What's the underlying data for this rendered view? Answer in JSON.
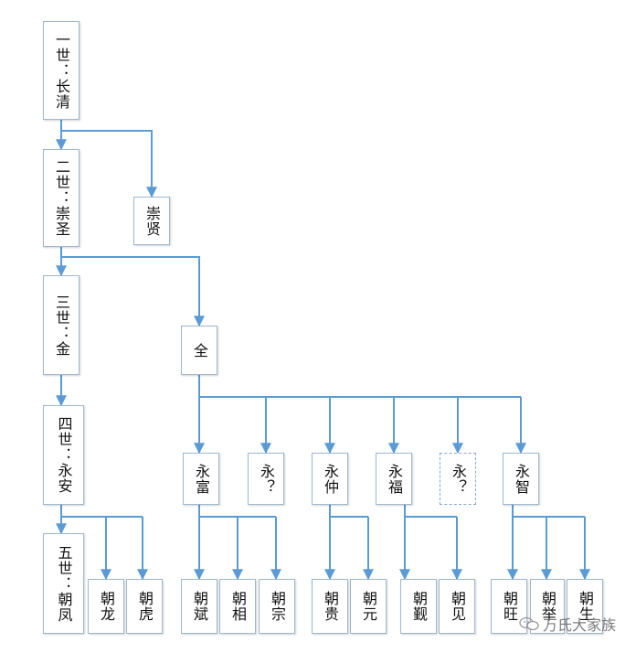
{
  "colors": {
    "line": "#5b9bd5",
    "border": "#9eb7cf"
  },
  "nodes": {
    "gen1": "一世：长清",
    "gen2": "二世：崇圣",
    "chongxian": "崇贤",
    "gen3": "三世：金",
    "quan": "全",
    "gen4": "四世：永安",
    "yongfu_rich": "永富",
    "yong_q1": "永？",
    "yongzhong": "永仲",
    "yongfu_bless": "永福",
    "yong_q2": "永？",
    "yongzhi": "永智",
    "gen5": "五世：朝凤",
    "chaolong": "朝龙",
    "chaohu": "朝虎",
    "chaobin": "朝斌",
    "chaoxiang": "朝相",
    "chaozong": "朝宗",
    "chaogui": "朝贵",
    "chaoyuan": "朝元",
    "chaoguan": "朝觐",
    "chaojian": "朝见",
    "chaowang": "朝旺",
    "chaoju": "朝举",
    "chaosheng": "朝生"
  },
  "watermark": {
    "text": "万氏大家族",
    "icon": "wechat-icon"
  }
}
